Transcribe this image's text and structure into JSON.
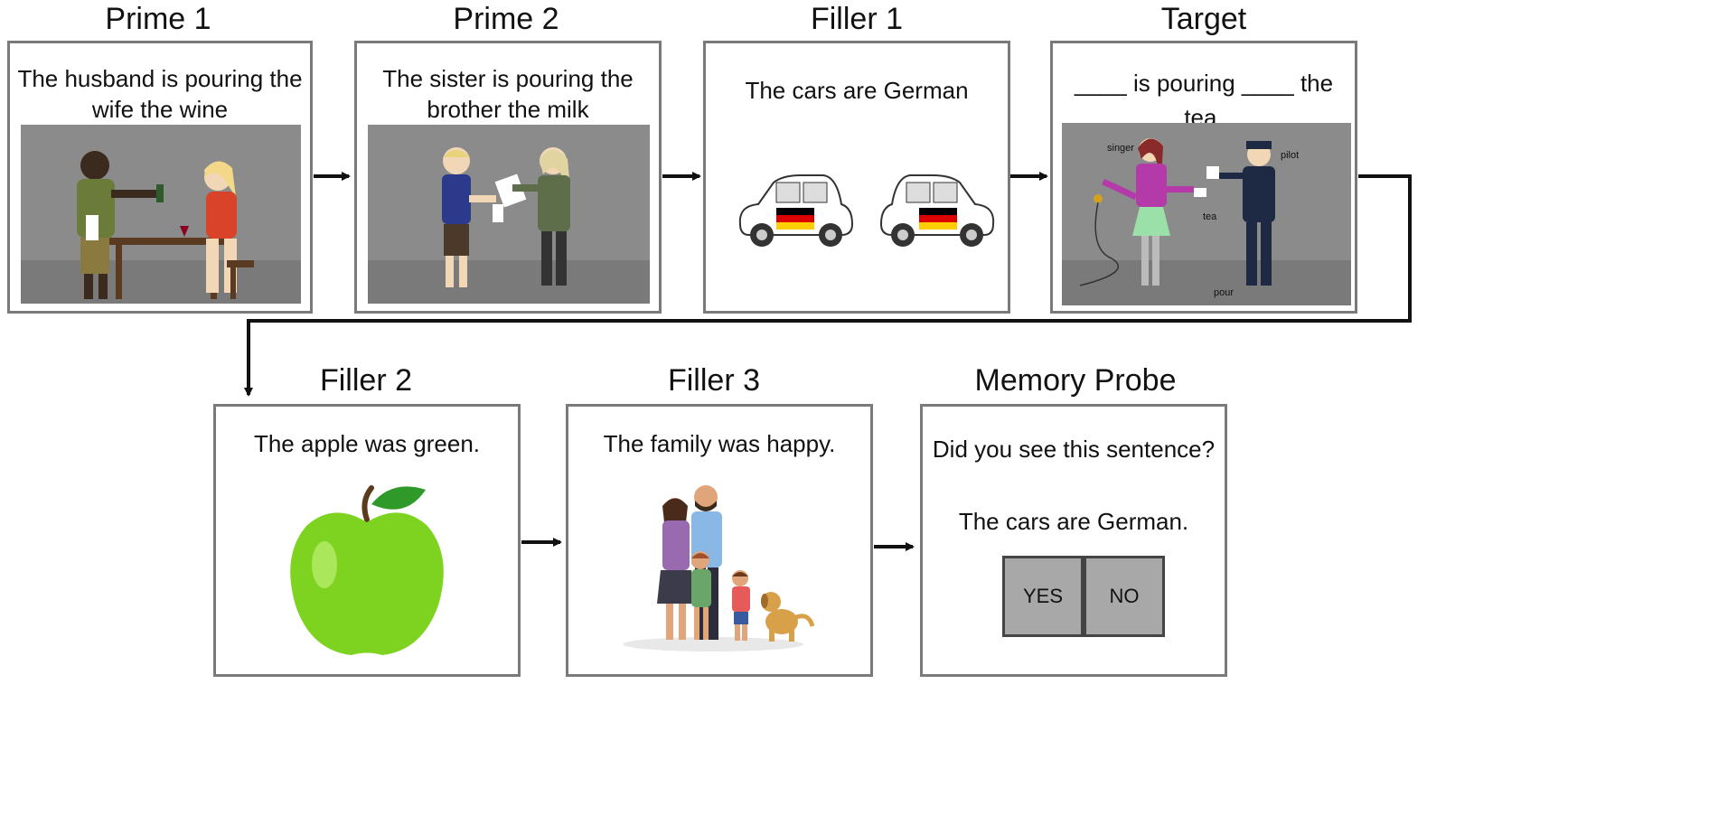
{
  "stages": {
    "prime1": {
      "title": "Prime 1",
      "caption_line1": "The husband is pouring the",
      "caption_line2": "wife the wine"
    },
    "prime2": {
      "title": "Prime 2",
      "caption_line1": "The sister is pouring the",
      "caption_line2": "brother the milk"
    },
    "filler1": {
      "title": "Filler 1",
      "caption": "The cars are German"
    },
    "target": {
      "title": "Target",
      "caption": "____ is pouring ____ the tea.",
      "labels": {
        "singer": "singer",
        "pilot": "pilot",
        "tea": "tea",
        "pour": "pour"
      }
    },
    "filler2": {
      "title": "Filler 2",
      "caption": "The apple was green."
    },
    "filler3": {
      "title": "Filler 3",
      "caption": "The family was happy."
    },
    "memory": {
      "title": "Memory Probe",
      "question": "Did you see this sentence?",
      "sentence": "The cars are German.",
      "yes_label": "YES",
      "no_label": "NO"
    }
  },
  "colors": {
    "panel_border": "#7a7a7a",
    "scene_background": "#8b8b8b",
    "arrow": "#111111",
    "apple_green": "#7ed321",
    "flag_black": "#000000",
    "flag_red": "#dd0000",
    "flag_gold": "#ffce00"
  }
}
